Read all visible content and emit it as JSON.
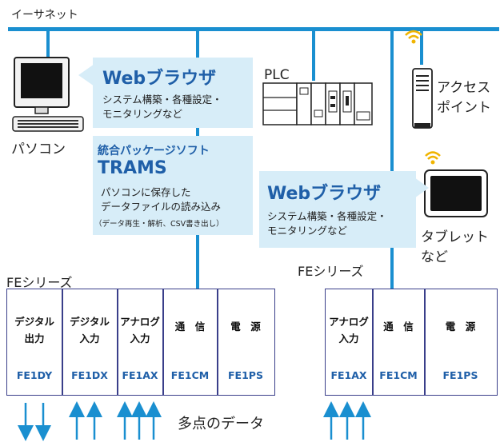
{
  "ethernet_label": "イーサネット",
  "pc_label": "パソコン",
  "plc_label": "PLC",
  "access_point_label": [
    "アクセス",
    "ポイント"
  ],
  "tablet_label": [
    "タブレット",
    "など"
  ],
  "browser_pc": {
    "title": "Webブラウザ",
    "lines": [
      "システム構築・各種設定・",
      "モニタリングなど"
    ]
  },
  "trams": {
    "subtitle": "統合パッケージソフト",
    "title": "TRAMS",
    "lines": [
      "パソコンに保存した",
      "データファイルの読み込み"
    ],
    "note": "（データ再生・解析、CSV書き出し）"
  },
  "browser_tablet": {
    "title": "Webブラウザ",
    "lines": [
      "システム構築・各種設定・",
      "モニタリングなど"
    ]
  },
  "series_left": {
    "label": "FEシリーズ",
    "modules": [
      {
        "name": "デジタル\n出力",
        "code": "FE1DY"
      },
      {
        "name": "デジタル\n入力",
        "code": "FE1DX"
      },
      {
        "name": "アナログ\n入力",
        "code": "FE1AX"
      },
      {
        "name": "通　信",
        "code": "FE1CM"
      },
      {
        "name": "電　源",
        "code": "FE1PS"
      }
    ]
  },
  "series_right": {
    "label": "FEシリーズ",
    "modules": [
      {
        "name": "アナログ\n入力",
        "code": "FE1AX"
      },
      {
        "name": "通　信",
        "code": "FE1CM"
      },
      {
        "name": "電　源",
        "code": "FE1PS"
      }
    ]
  },
  "multipoint_label": "多点のデータ",
  "colors": {
    "bus": "#1a8fd0",
    "callout_bg": "#d7edf8",
    "accent_text": "#1f5fa8",
    "module_border": "#3a3f8a",
    "wifi": "#f0b400"
  }
}
